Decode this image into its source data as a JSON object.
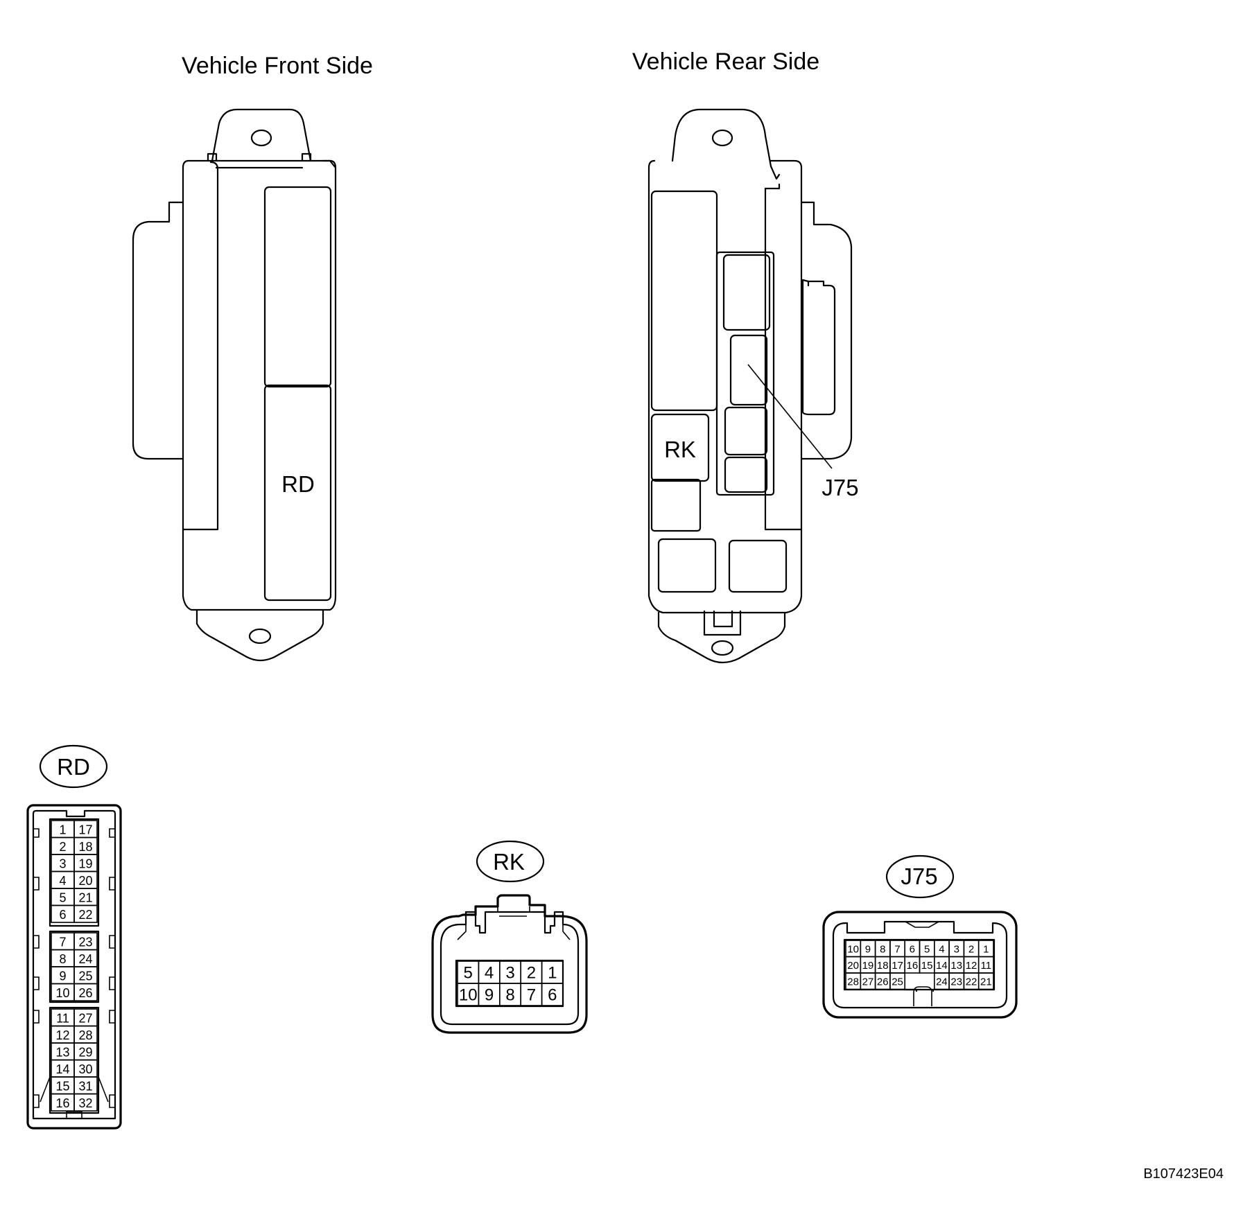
{
  "titles": {
    "front": "Vehicle Front Side",
    "rear": "Vehicle Rear Side"
  },
  "labels": {
    "rd_on_unit": "RD",
    "rk_on_unit": "RK",
    "j75_on_unit": "J75"
  },
  "connectors": {
    "rd": {
      "name": "RD",
      "rows": [
        [
          "1",
          "17"
        ],
        [
          "2",
          "18"
        ],
        [
          "3",
          "19"
        ],
        [
          "4",
          "20"
        ],
        [
          "5",
          "21"
        ],
        [
          "6",
          "22"
        ],
        [
          "7",
          "23"
        ],
        [
          "8",
          "24"
        ],
        [
          "9",
          "25"
        ],
        [
          "10",
          "26"
        ],
        [
          "11",
          "27"
        ],
        [
          "12",
          "28"
        ],
        [
          "13",
          "29"
        ],
        [
          "14",
          "30"
        ],
        [
          "15",
          "31"
        ],
        [
          "16",
          "32"
        ]
      ]
    },
    "rk": {
      "name": "RK",
      "rows": [
        [
          "5",
          "4",
          "3",
          "2",
          "1"
        ],
        [
          "10",
          "9",
          "8",
          "7",
          "6"
        ]
      ]
    },
    "j75": {
      "name": "J75",
      "rows": [
        [
          "10",
          "9",
          "8",
          "7",
          "6",
          "5",
          "4",
          "3",
          "2",
          "1"
        ],
        [
          "20",
          "19",
          "18",
          "17",
          "16",
          "15",
          "14",
          "13",
          "12",
          "11"
        ],
        [
          "28",
          "27",
          "26",
          "25",
          "",
          "",
          "24",
          "23",
          "22",
          "21"
        ]
      ]
    }
  },
  "figure_code": "B107423E04"
}
